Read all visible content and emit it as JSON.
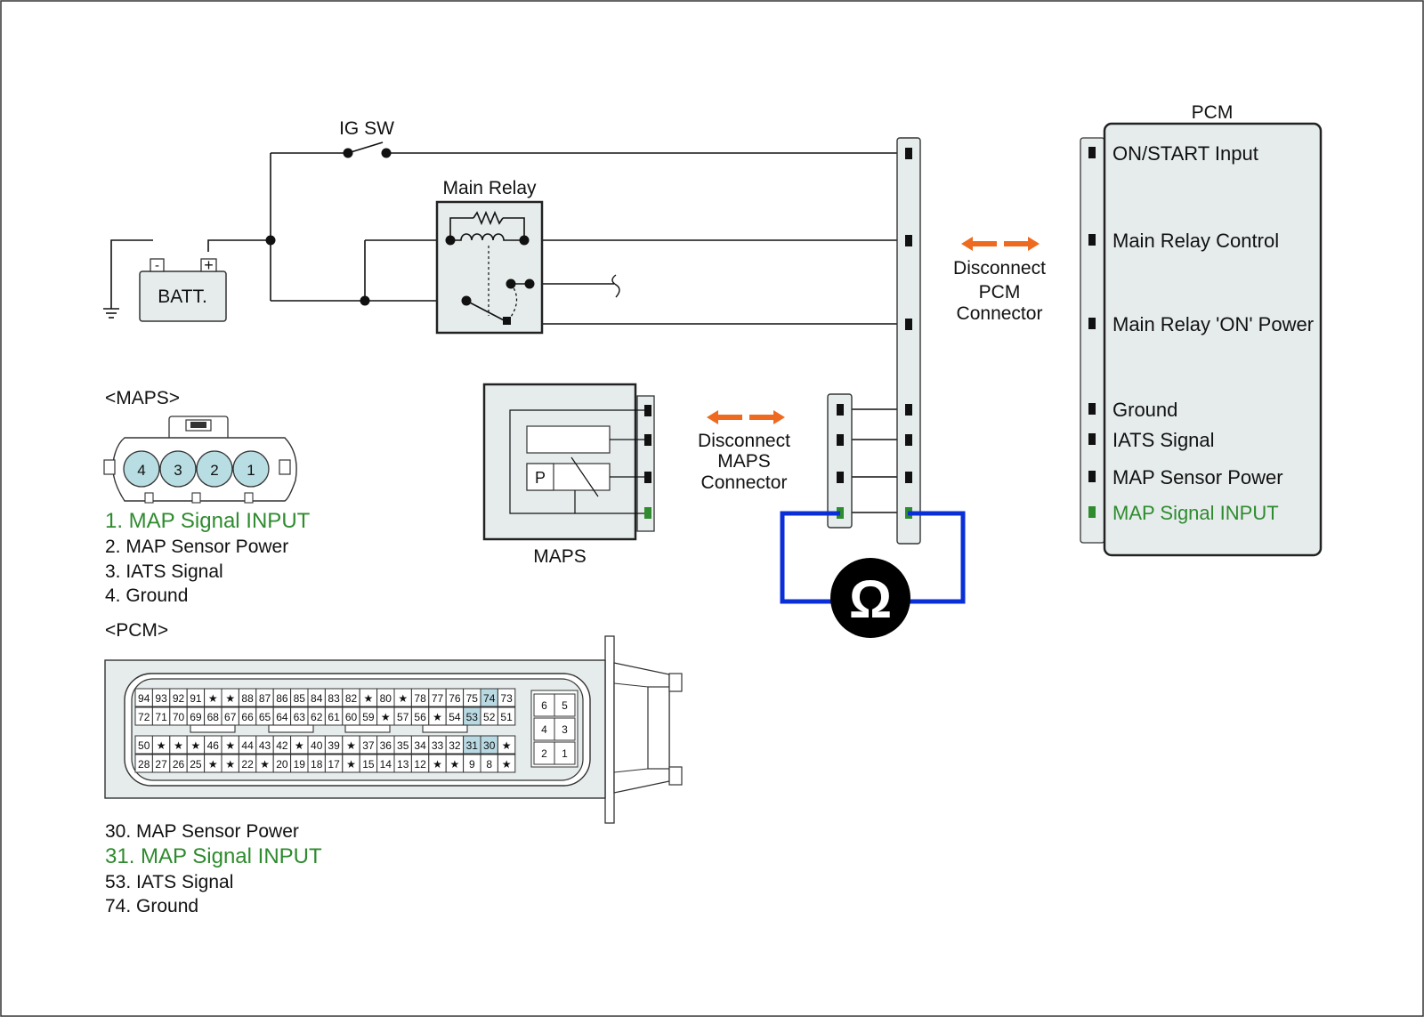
{
  "labels": {
    "ig_sw": "IG SW",
    "main_relay": "Main Relay",
    "batt": "BATT.",
    "batt_minus": "-",
    "batt_plus": "+",
    "maps_box": "MAPS",
    "maps_p": "P",
    "pcm_box": "PCM",
    "disconnect_pcm": [
      "Disconnect",
      "PCM",
      "Connector"
    ],
    "disconnect_maps": [
      "Disconnect",
      "MAPS",
      "Connector"
    ],
    "ohm": "Ω"
  },
  "pcm_pins": [
    {
      "label": "ON/START Input",
      "highlight": false
    },
    {
      "label": "Main Relay Control",
      "highlight": false
    },
    {
      "label": "Main Relay 'ON' Power",
      "highlight": false
    },
    {
      "label": "Ground",
      "highlight": false
    },
    {
      "label": "IATS Signal",
      "highlight": false
    },
    {
      "label": "MAP Sensor Power",
      "highlight": false
    },
    {
      "label": "MAP Signal  INPUT",
      "highlight": true
    }
  ],
  "maps_connector": {
    "title": "<MAPS>",
    "pins": [
      "4",
      "3",
      "2",
      "1"
    ],
    "list": [
      {
        "text": "1. MAP Signal  INPUT",
        "highlight": true
      },
      {
        "text": "2. MAP Sensor Power",
        "highlight": false
      },
      {
        "text": "3. IATS Signal",
        "highlight": false
      },
      {
        "text": "4. Ground",
        "highlight": false
      }
    ]
  },
  "pcm_connector": {
    "title": "<PCM>",
    "rows": [
      [
        "94",
        "93",
        "92",
        "91",
        "★",
        "★",
        "88",
        "87",
        "86",
        "85",
        "84",
        "83",
        "82",
        "★",
        "80",
        "★",
        "78",
        "77",
        "76",
        "75",
        "74",
        "73"
      ],
      [
        "72",
        "71",
        "70",
        "69",
        "68",
        "67",
        "66",
        "65",
        "64",
        "63",
        "62",
        "61",
        "60",
        "59",
        "★",
        "57",
        "56",
        "★",
        "54",
        "53",
        "52",
        "51"
      ],
      [
        "50",
        "★",
        "★",
        "★",
        "46",
        "★",
        "44",
        "43",
        "42",
        "★",
        "40",
        "39",
        "★",
        "37",
        "36",
        "35",
        "34",
        "33",
        "32",
        "31",
        "30",
        "★"
      ],
      [
        "28",
        "27",
        "26",
        "25",
        "★",
        "★",
        "22",
        "★",
        "20",
        "19",
        "18",
        "17",
        "★",
        "15",
        "14",
        "13",
        "12",
        "★",
        "★",
        "9",
        "8",
        "★"
      ]
    ],
    "highlighted": [
      "74",
      "53",
      "31",
      "30"
    ],
    "small_block": [
      [
        "6",
        "5"
      ],
      [
        "4",
        "3"
      ],
      [
        "2",
        "1"
      ]
    ],
    "list": [
      {
        "text": "30. MAP Sensor Power",
        "highlight": false
      },
      {
        "text": "31. MAP Signal  INPUT",
        "highlight": true
      },
      {
        "text": "53. IATS Signal",
        "highlight": false
      },
      {
        "text": "74. Ground",
        "highlight": false
      }
    ]
  },
  "colors": {
    "highlight_green": "#2e8b2e",
    "arrow_orange": "#ee6a20",
    "meter_wire_blue": "#0a2fd6",
    "box_fill": "#e6ecec",
    "cell_highlight": "#b9d9e3",
    "maps_pin_fill": "#b8dde2"
  }
}
